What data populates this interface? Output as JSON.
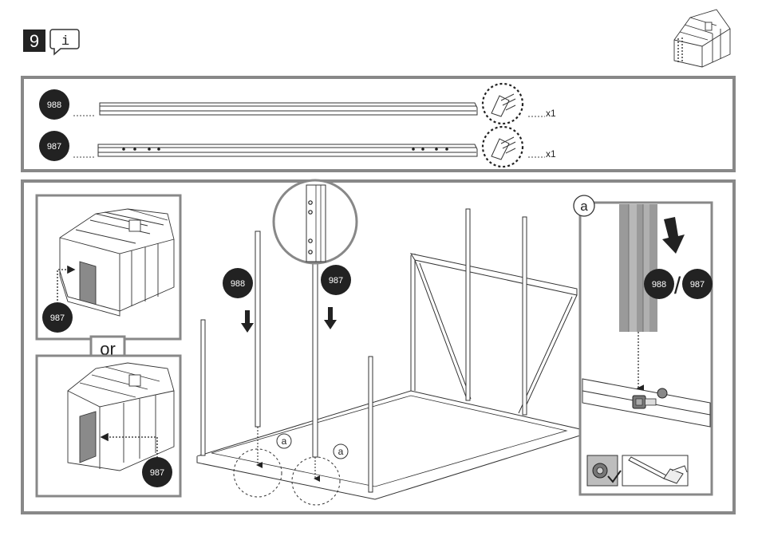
{
  "step": {
    "number": "9",
    "info_icon": "info-bubble-icon",
    "overview_icon": "greenhouse-overview-icon"
  },
  "parts": [
    {
      "id": "988",
      "quantity": "x1",
      "holes": false
    },
    {
      "id": "987",
      "quantity": "x1",
      "holes": true
    }
  ],
  "options": {
    "top": {
      "part": "987"
    },
    "separator": "or",
    "bottom": {
      "part": "987"
    }
  },
  "main": {
    "labels": [
      {
        "id": "988"
      },
      {
        "id": "987"
      }
    ],
    "detail_markers": [
      "a",
      "a"
    ]
  },
  "detail": {
    "marker": "a",
    "parts_left": "988",
    "slash": "/",
    "parts_right": "987",
    "tool_icon": "screwdriver-icon"
  },
  "colors": {
    "badge": "#222222",
    "frame": "#888888",
    "panel_gray": "#8a8a8a",
    "line": "#333333"
  }
}
